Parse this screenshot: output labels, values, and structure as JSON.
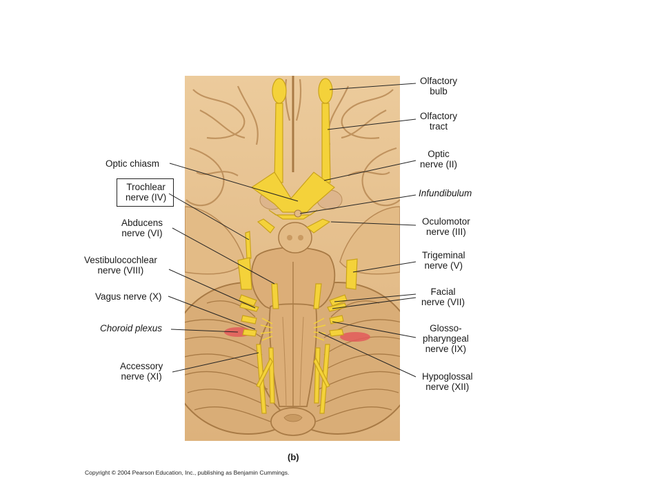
{
  "labels": {
    "optic_chiasm": "Optic chiasm",
    "trochlear": [
      "Trochlear",
      "nerve (IV)"
    ],
    "abducens": [
      "Abducens",
      "nerve (VI)"
    ],
    "vestibulocochlear": [
      "Vestibulocochlear",
      "nerve (VIII)"
    ],
    "vagus": "Vagus nerve (X)",
    "choroid_plexus": "Choroid plexus",
    "accessory": [
      "Accessory",
      "nerve (XI)"
    ],
    "olfactory_bulb": [
      "Olfactory",
      "bulb"
    ],
    "olfactory_tract": [
      "Olfactory",
      "tract"
    ],
    "optic_nerve": [
      "Optic",
      "nerve (II)"
    ],
    "infundibulum": "Infundibulum",
    "oculomotor": [
      "Oculomotor",
      "nerve (III)"
    ],
    "trigeminal": [
      "Trigeminal",
      "nerve (V)"
    ],
    "facial": [
      "Facial",
      "nerve (VII)"
    ],
    "glossopharyngeal": [
      "Glosso-",
      "pharyngeal",
      "nerve (IX)"
    ],
    "hypoglossal": [
      "Hypoglossal",
      "nerve (XII)"
    ]
  },
  "panel_label": "(b)",
  "copyright": "Copyright © 2004 Pearson Education, Inc., publishing as Benjamin Cummings.",
  "colors": {
    "brain": "#e8c391",
    "brain_dark": "#b98a55",
    "nerve": "#f4d23a",
    "nerve_dark": "#c9a21a",
    "choroid": "#e25a5a",
    "leader": "#222222"
  }
}
